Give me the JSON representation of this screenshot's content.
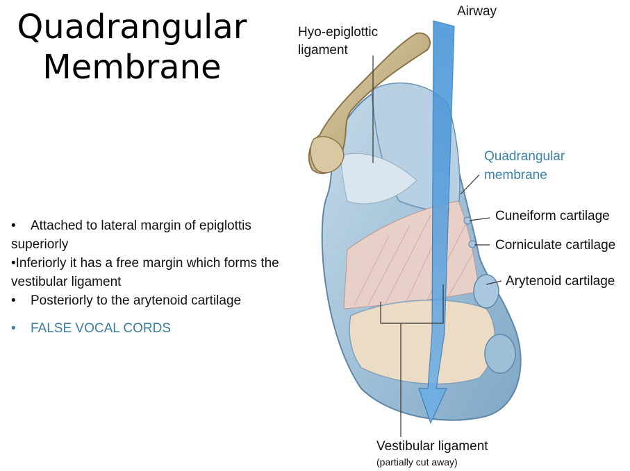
{
  "title": {
    "line1": "Quadrangular",
    "line2": "Membrane"
  },
  "bullets": [
    {
      "marker": "•",
      "text": "Attached to lateral margin of epiglottis superiorly"
    },
    {
      "marker": "•",
      "text": "Inferiorly it has a free margin which forms the vestibular ligament"
    },
    {
      "marker": "•",
      "text": "Posteriorly to the arytenoid cartilage"
    },
    {
      "marker": "•",
      "text": "FALSE VOCAL CORDS"
    }
  ],
  "labels": {
    "airway": "Airway",
    "hyo_line1": "Hyo-epiglottic",
    "hyo_line2": "ligament",
    "quad_line1": "Quadrangular",
    "quad_line2": "membrane",
    "cuneiform": "Cuneiform cartilage",
    "corniculate": "Corniculate cartilage",
    "arytenoid": "Arytenoid cartilage",
    "vestibular": "Vestibular ligament",
    "vestibular_note": "(partially cut away)"
  },
  "colors": {
    "accent_teal": "#3b82a8",
    "cartilage_blue": "#a9c7de",
    "bone_tan": "#cbb98e",
    "muscle_pink": "#e8cfc8",
    "airway_arrow": "#4d97d8"
  }
}
